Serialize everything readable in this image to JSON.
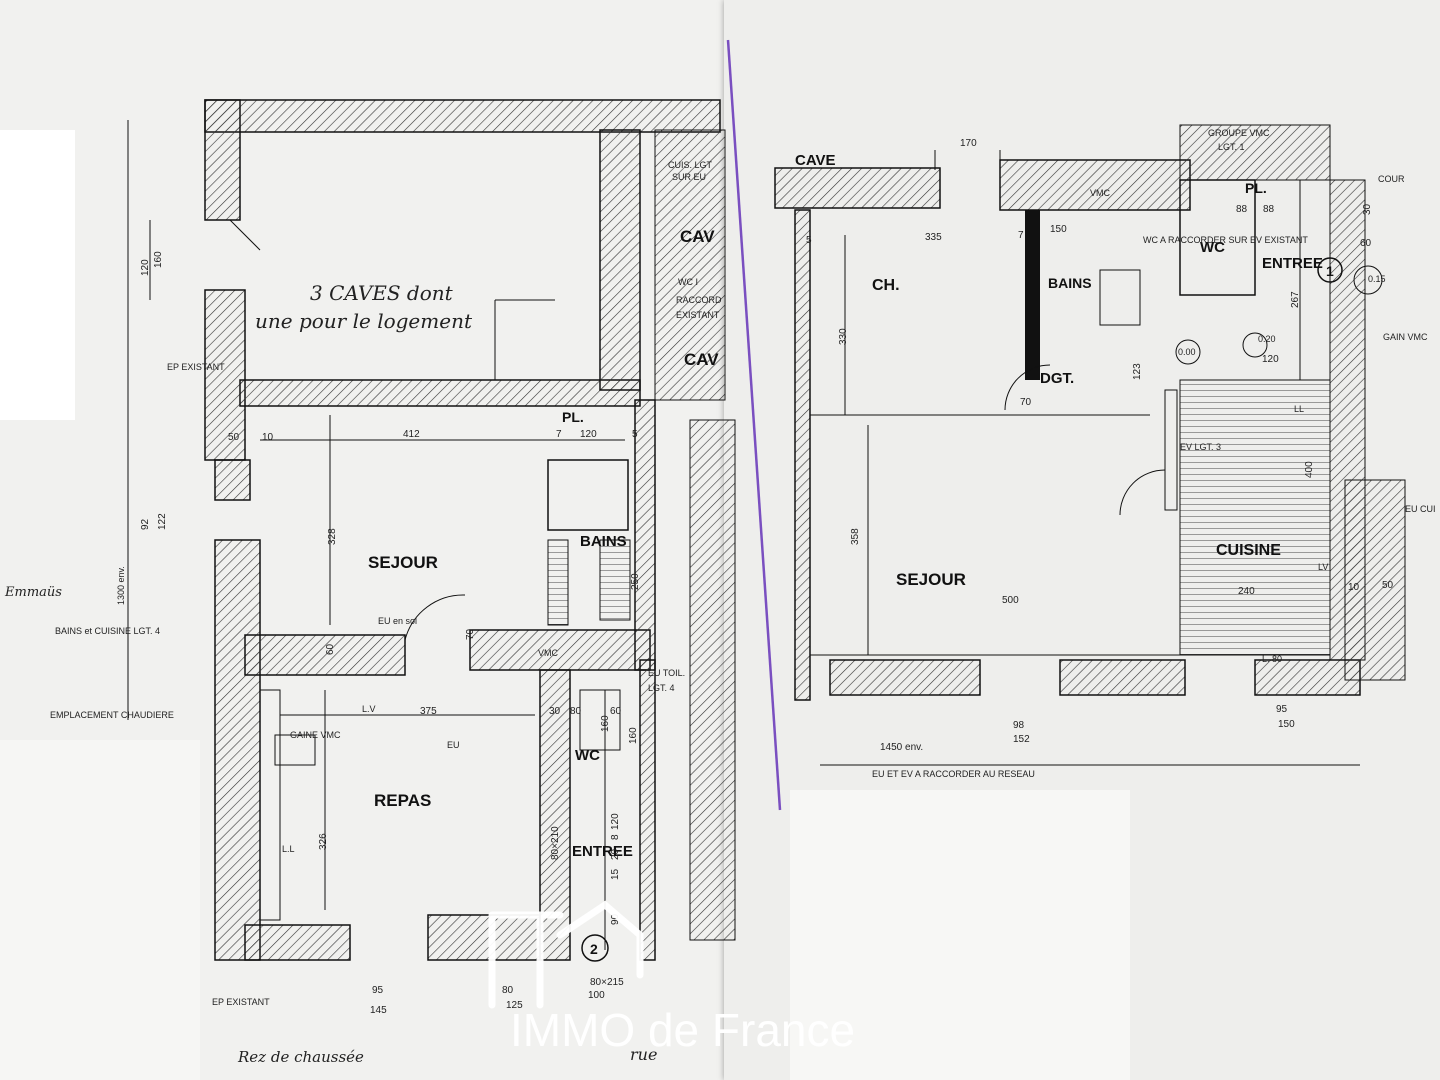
{
  "left_plan": {
    "caves_note_line1": "3 CAVES dont",
    "caves_note_line2": "une pour le logement",
    "cuis_label": "CUIS. LGT",
    "sur_eu": "SUR EU",
    "cave_1": "CAV",
    "wc_label": "WC I",
    "raccord": "RACCORD",
    "existant": "EXISTANT",
    "cave_2": "CAV",
    "ep_existant_top": "EP EXISTANT",
    "pl_label": "PL.",
    "sejour": "SEJOUR",
    "bains": "BAINS",
    "repas": "REPAS",
    "wc": "WC",
    "entree": "ENTREE",
    "eu_en_sol": "EU en sol",
    "vmc": "VMC",
    "eu_toil": "EU TOIL.",
    "lgt4": "LGT. 4",
    "lv": "L.V",
    "gaine_vmc": "GAINE VMC",
    "eu": "EU",
    "ll": "L.L",
    "bains_cuisine": "BAINS  et CUISINE   LGT. 4",
    "emplacement": "EMPLACEMENT CHAUDIERE",
    "emmaus": "Emmaüs",
    "env_1300": "1300 env.",
    "ep_existant_bottom": "EP EXISTANT",
    "rez": "Rez de chaussée",
    "rue": "rue",
    "door": "80×215",
    "marker": "2",
    "dims": {
      "d412": "412",
      "d120a": "120",
      "d50": "50",
      "d10": "10",
      "d328": "328",
      "d375": "375",
      "d326": "326",
      "d95": "95",
      "d145": "145",
      "d80": "80",
      "d125": "125",
      "d100": "100",
      "d160": "160",
      "d122": "122",
      "d92": "92",
      "d60": "60",
      "d30": "30",
      "d250": "250",
      "d70": "70",
      "d7": "7",
      "d5": "5",
      "d90": "90",
      "d15": "15",
      "d20": "20",
      "d8": "8",
      "d160b": "160",
      "d120b": "120",
      "d80b": "80",
      "d60b": "60",
      "d120c": "120",
      "d160c": "160",
      "d80_210": "80×210"
    }
  },
  "right_plan": {
    "cave": "CAVE",
    "groupe_vmc": "GROUPE VMC",
    "lgt1": "LGT. 1",
    "ch": "CH.",
    "bains": "BAINS",
    "wc": "WC",
    "pl": "PL.",
    "entree": "ENTREE",
    "cour": "COUR",
    "dgt": "DGT.",
    "sejour": "SEJOUR",
    "cuisine": "CUISINE",
    "ev_lgt3": "EV LGT. 3",
    "wc_raccorder": "WC A RACCORDER SUR EV EXISTANT",
    "vmc": "VMC",
    "gaine_vmc": "GAIN VMC",
    "eu_cui": "EU CUI",
    "lv": "LV",
    "ll": "LL",
    "reseau": "EU ET EV A RACCORDER AU RESEAU",
    "env_1450": "1450 env.",
    "marker": "1",
    "lt80": "L. 80",
    "dims": {
      "d170": "170",
      "d335": "335",
      "d150": "150",
      "d5": "5",
      "d7": "7",
      "d330": "330",
      "d358": "358",
      "d500": "500",
      "d240": "240",
      "d400": "400",
      "d267": "267",
      "d98": "98",
      "d152": "152",
      "d95": "95",
      "d150b": "150",
      "d120": "120",
      "d123": "123",
      "d70": "70",
      "d88": "88",
      "d30": "30",
      "d60": "60",
      "d10": "10",
      "d50": "50",
      "d020": "0.20",
      "d000": "0.00",
      "d015": "0.15",
      "d88b": "88"
    }
  },
  "watermark": {
    "brand": "IMMO de France"
  }
}
